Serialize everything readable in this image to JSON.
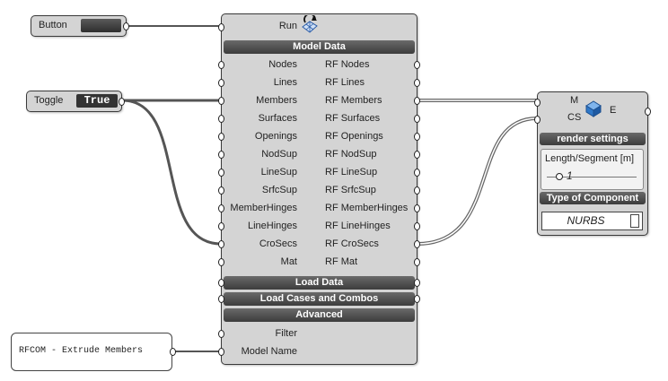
{
  "button_node": {
    "label": "Button"
  },
  "toggle_node": {
    "label": "Toggle",
    "value": "True"
  },
  "panel_node": {
    "text": "RFCOM - Extrude Members"
  },
  "main_component": {
    "run_label": "Run",
    "model_data_header": "Model Data",
    "inputs": [
      "Nodes",
      "Lines",
      "Members",
      "Surfaces",
      "Openings",
      "NodSup",
      "LineSup",
      "SrfcSup",
      "MemberHinges",
      "LineHinges",
      "CroSecs",
      "Mat"
    ],
    "outputs": [
      "RF Nodes",
      "RF Lines",
      "RF Members",
      "RF Surfaces",
      "RF Openings",
      "RF NodSup",
      "RF LineSup",
      "RF SrfcSup",
      "RF MemberHinges",
      "RF LineHinges",
      "RF CroSecs",
      "RF Mat"
    ],
    "load_data_header": "Load Data",
    "load_cases_header": "Load Cases and Combos",
    "advanced_header": "Advanced",
    "filter_label": "Filter",
    "model_name_label": "Model Name"
  },
  "render_component": {
    "input_m": "M",
    "input_cs": "CS",
    "output_e": "E",
    "render_settings_header": "render settings",
    "length_label": "Length/Segment [m]",
    "slider_value": "1",
    "type_header": "Type of Component",
    "type_value": "NURBS"
  }
}
